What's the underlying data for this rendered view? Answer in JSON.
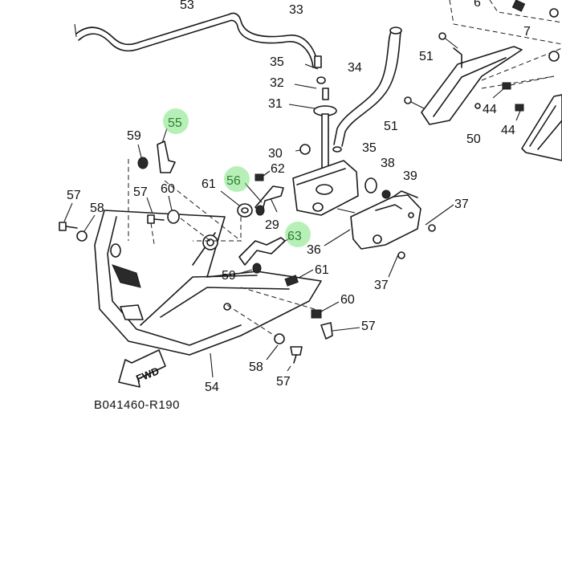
{
  "diagram": {
    "reference_code": "B041460-R190",
    "fwd_label": "FWD",
    "highlight_color": "#7be37b",
    "callouts": [
      {
        "id": "c33",
        "text": "33"
      },
      {
        "id": "c53",
        "text": "53"
      },
      {
        "id": "c6",
        "text": "6"
      },
      {
        "id": "c7",
        "text": "7"
      },
      {
        "id": "c35a",
        "text": "35"
      },
      {
        "id": "c32",
        "text": "32"
      },
      {
        "id": "c31",
        "text": "31"
      },
      {
        "id": "c34",
        "text": "34"
      },
      {
        "id": "c51a",
        "text": "51"
      },
      {
        "id": "c51b",
        "text": "51"
      },
      {
        "id": "c44a",
        "text": "44"
      },
      {
        "id": "c44b",
        "text": "44"
      },
      {
        "id": "c50",
        "text": "50"
      },
      {
        "id": "c55",
        "text": "55",
        "highlighted": true
      },
      {
        "id": "c59a",
        "text": "59"
      },
      {
        "id": "c30",
        "text": "30"
      },
      {
        "id": "c35b",
        "text": "35"
      },
      {
        "id": "c38",
        "text": "38"
      },
      {
        "id": "c39",
        "text": "39"
      },
      {
        "id": "c56",
        "text": "56",
        "highlighted": true
      },
      {
        "id": "c62",
        "text": "62"
      },
      {
        "id": "c61a",
        "text": "61"
      },
      {
        "id": "c60a",
        "text": "60"
      },
      {
        "id": "c57a",
        "text": "57"
      },
      {
        "id": "c57b",
        "text": "57"
      },
      {
        "id": "c58a",
        "text": "58"
      },
      {
        "id": "c29",
        "text": "29"
      },
      {
        "id": "c37a",
        "text": "37"
      },
      {
        "id": "c63",
        "text": "63",
        "highlighted": true
      },
      {
        "id": "c36",
        "text": "36"
      },
      {
        "id": "c37b",
        "text": "37"
      },
      {
        "id": "c59b",
        "text": "59"
      },
      {
        "id": "c61b",
        "text": "61"
      },
      {
        "id": "c60b",
        "text": "60"
      },
      {
        "id": "c57c",
        "text": "57"
      },
      {
        "id": "c58b",
        "text": "58"
      },
      {
        "id": "c57d",
        "text": "57"
      },
      {
        "id": "c54",
        "text": "54"
      }
    ]
  }
}
